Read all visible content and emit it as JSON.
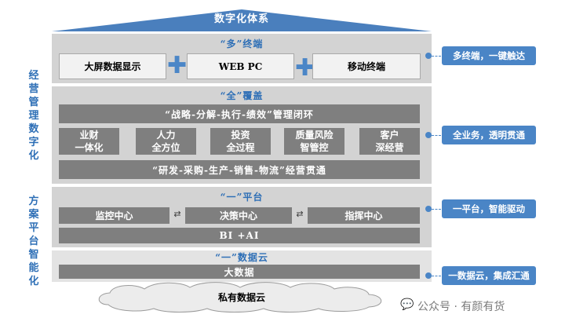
{
  "title": "数字化体系",
  "side_labels": {
    "top": "经营管理数字化",
    "bottom": "方案平台智能化"
  },
  "terminal_layer": {
    "title": "“多”终端",
    "items": [
      "大屏数据显示",
      "WEB PC",
      "移动终端"
    ]
  },
  "coverage_layer": {
    "title": "“全”覆盖",
    "top_bar": "“战略-分解-执行-绩效”管理闭环",
    "modules": [
      {
        "line1": "业财",
        "line2": "一体化"
      },
      {
        "line1": "人力",
        "line2": "全方位"
      },
      {
        "line1": "投资",
        "line2": "全过程"
      },
      {
        "line1": "质量风险",
        "line2": "智管控"
      },
      {
        "line1": "客户",
        "line2": "深经营"
      }
    ],
    "bottom_bar": "“研发-采购-生产-销售-物流”经营贯通"
  },
  "platform_layer": {
    "title": "“一”平台",
    "centers": [
      "监控中心",
      "决策中心",
      "指挥中心"
    ],
    "bottom_bar": "BI +AI"
  },
  "cloud_layer": {
    "title": "“一”数据云",
    "bar": "大数据",
    "cloud": "私有数据云"
  },
  "right_labels": [
    "多终端，一键触达",
    "全业务，透明贯通",
    "一平台，智能驱动",
    "一数据云，集成汇通"
  ],
  "watermark": "公众号 · 有颜有货",
  "colors": {
    "accent": "#4a85c6",
    "title_blue": "#2e6fb6",
    "layer_gray": "#d3d3d3",
    "box_gray": "#7f7f7f"
  }
}
